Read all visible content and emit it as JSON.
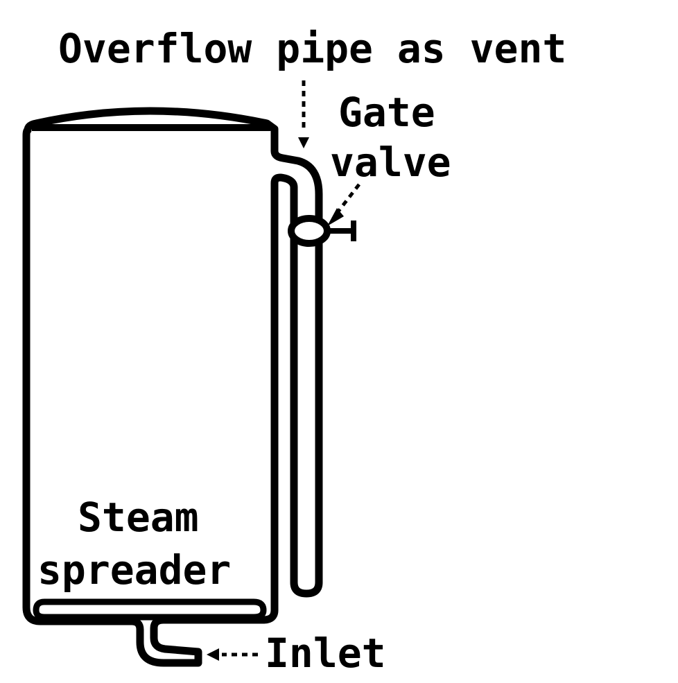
{
  "labels": {
    "overflow": "Overflow pipe as vent",
    "gate_line1": "Gate",
    "gate_line2": "valve",
    "steam_line1": "Steam",
    "steam_line2": "spreader",
    "inlet": "Inlet"
  },
  "colors": {
    "ink": "#000000",
    "paper": "#ffffff"
  }
}
